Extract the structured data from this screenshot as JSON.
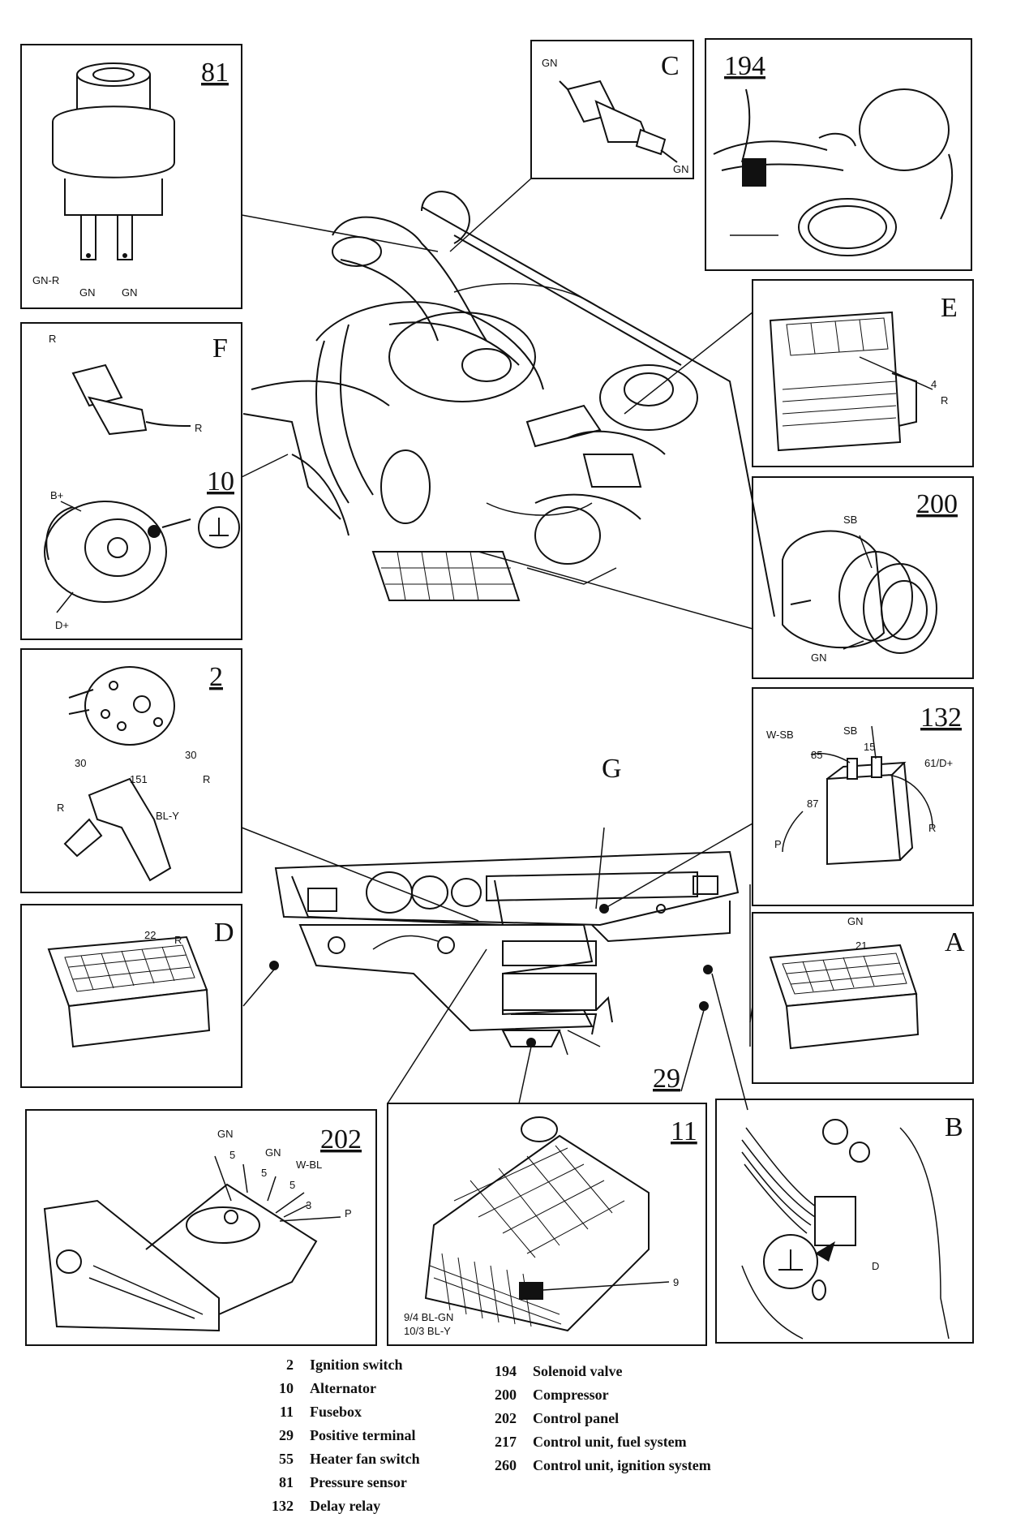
{
  "panels": {
    "p81": {
      "id": "81",
      "wires": [
        "GN-R",
        "GN",
        "GN"
      ]
    },
    "pC": {
      "id": "C",
      "wires": [
        "GN",
        "GN"
      ]
    },
    "p194": {
      "id": "194"
    },
    "pF": {
      "id": "F",
      "wires": [
        "R",
        "R"
      ]
    },
    "p10": {
      "id": "10",
      "wires": [
        "B+",
        "D+"
      ]
    },
    "pE": {
      "id": "E",
      "wires": [
        "4",
        "R"
      ]
    },
    "p200": {
      "id": "200",
      "wires": [
        "SB",
        "GN"
      ]
    },
    "p2": {
      "id": "2",
      "wires": [
        "30",
        "30",
        "151",
        "R",
        "R",
        "BL-Y"
      ]
    },
    "p132": {
      "id": "132",
      "wires": [
        "SB",
        "15",
        "W-SB",
        "85",
        "61/D+",
        "87",
        "P",
        "R"
      ]
    },
    "pD": {
      "id": "D",
      "wires": [
        "22",
        "R"
      ]
    },
    "pA": {
      "id": "A",
      "wires": [
        "GN",
        "21"
      ]
    },
    "p202": {
      "id": "202",
      "wires": [
        "GN",
        "5",
        "5",
        "GN",
        "W-BL",
        "5",
        "3",
        "P"
      ]
    },
    "p11": {
      "id": "11",
      "wires": [
        "9",
        "9/4 BL-GN",
        "10/3 BL-Y"
      ]
    },
    "pB": {
      "id": "B",
      "wires": [
        "D"
      ]
    }
  },
  "callouts": {
    "G": "G",
    "t29": "29"
  },
  "legend": {
    "left": [
      {
        "num": "2",
        "label": "Ignition switch"
      },
      {
        "num": "10",
        "label": "Alternator"
      },
      {
        "num": "11",
        "label": "Fusebox"
      },
      {
        "num": "29",
        "label": "Positive terminal"
      },
      {
        "num": "55",
        "label": "Heater fan switch"
      },
      {
        "num": "81",
        "label": "Pressure sensor"
      },
      {
        "num": "132",
        "label": "Delay relay"
      }
    ],
    "right": [
      {
        "num": "194",
        "label": "Solenoid valve"
      },
      {
        "num": "200",
        "label": "Compressor"
      },
      {
        "num": "202",
        "label": "Control panel"
      },
      {
        "num": "217",
        "label": "Control unit, fuel system"
      },
      {
        "num": "260",
        "label": "Control unit, ignition system"
      }
    ]
  }
}
